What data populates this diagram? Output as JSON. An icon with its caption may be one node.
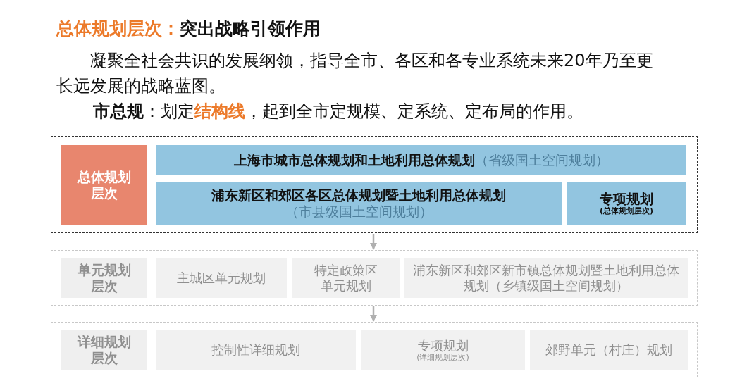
{
  "diagram": {
    "title": "**总体规划层次：**突出战略引领作用",
    "nodes": [
      {
        "text": [],
        "shape": "box"
      },
      {
        "text": [
          "总体规划层次"
        ],
        "in": 0
      },
      {
        "text": [
          "上海市城市总体规划和土地利用总体规划",
          "（省级国土空间规划）"
        ],
        "in": 0
      },
      {
        "text": [
          "浦东新区和郊区各区总体规划暨土地利用总体规划",
          "（市县级国土空间规划）"
        ],
        "in": 0
      },
      {
        "text": [
          "专项规划",
          "(总体规划层次)"
        ],
        "in": 0
      },
      {
        "text": [],
        "shape": "box"
      },
      {
        "text": [
          "单元规划层次"
        ],
        "in": 5
      },
      {
        "text": [
          "主城区单元规划"
        ],
        "in": 5
      },
      {
        "text": [
          "特定政策区单元规划"
        ],
        "in": 5
      },
      {
        "text": [
          "浦东新区和郊区新市镇总体规划暨土地利用总体规划（乡镇级国土空间规划）"
        ],
        "in": 5
      },
      {
        "text": [],
        "shape": "box"
      },
      {
        "text": [
          "详细规划层次"
        ],
        "in": 10
      },
      {
        "text": [
          "控制性详细规划"
        ],
        "in": 10
      },
      {
        "text": [
          "专项规划",
          "(详细规划层次)"
        ],
        "in": 10
      },
      {
        "text": [
          "郊野单元（村庄）规划"
        ],
        "in": 10
      }
    ],
    "edges": [
      {
        "from": 0,
        "to": 5,
        "arrow": "to"
      },
      {
        "from": 5,
        "to": 10,
        "arrow": "to"
      }
    ],
    "labels": [
      "凝聚全社会共识的发展纲领，指导全市、各区和各专业系统未来20年乃至更长远发展的战略蓝图。",
      "**市总规**：划定**结构线**，起到全市定规模、定系统、定布局的作用。"
    ]
  }
}
